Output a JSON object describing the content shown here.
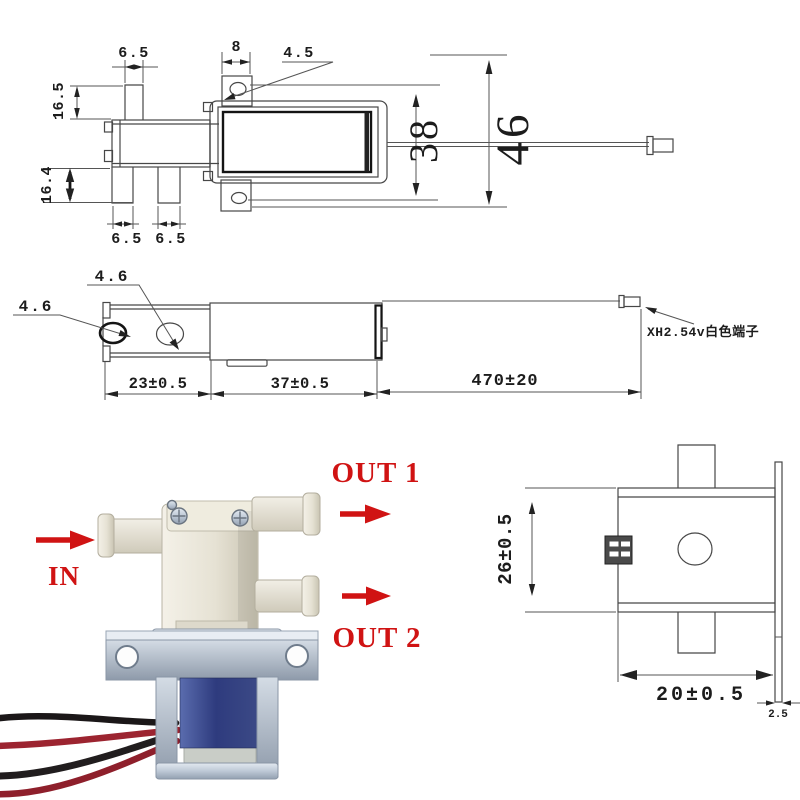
{
  "colors": {
    "annotation_red": "#d01313",
    "drawing_line": "#474747",
    "coil_blue": "#33418a",
    "bracket_silver": "#c2cbd6",
    "body_cream": "#e9e6db"
  },
  "top_view": {
    "dim_inlet_tube_width": "6.5",
    "dim_bracket_hole_offset": "8",
    "dim_bracket_hole": "4.5",
    "dim_inlet_tube_height": "16.5",
    "dim_outlet_tube_height": "16.4",
    "dim_outlet1_width": "6.5",
    "dim_outlet2_width": "6.5",
    "dim_coil_body_height": "38",
    "dim_overall_height": "46"
  },
  "side_view": {
    "dim_hole_top": "4.6",
    "dim_hole_left": "4.6",
    "dim_valve_body_length": "23±0.5",
    "dim_coil_body_length": "37±0.5",
    "dim_wire_length": "470±20",
    "connector_label": "XH2.54v白色端子"
  },
  "front_view": {
    "dim_body_height": "26±0.5",
    "dim_body_width": "20±0.5",
    "dim_bracket_thickness": "2.5"
  },
  "photo": {
    "label_in": "IN",
    "label_out1": "OUT 1",
    "label_out2": "OUT 2"
  }
}
